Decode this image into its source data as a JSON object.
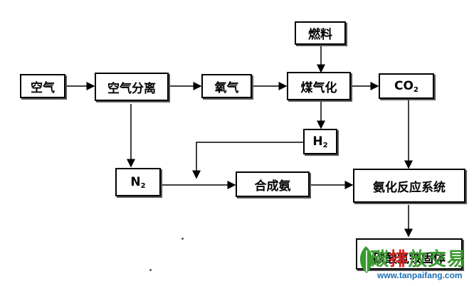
{
  "nodes": {
    "air": "空气",
    "air_sep": "空气分离",
    "oxygen": "氧气",
    "fuel": "燃料",
    "gasify": "煤气化",
    "co2": "CO",
    "co2_sub": "2",
    "h2": "H",
    "h2_sub": "2",
    "n2": "N",
    "n2_sub": "2",
    "ammonia": "合成氨",
    "reaction": "氨化反应系统",
    "bottom": "碳酸氢铵固体"
  },
  "watermark": {
    "title_green": "碳",
    "title_red": "排",
    "title_mid": "放交",
    "title_green2": "易",
    "url": "www.tanpaifang.com"
  },
  "colors": {
    "line": "#000000",
    "wm_green": "#3a9a2f",
    "wm_red": "#d7261f",
    "wm_blue": "#1c6fb5"
  }
}
